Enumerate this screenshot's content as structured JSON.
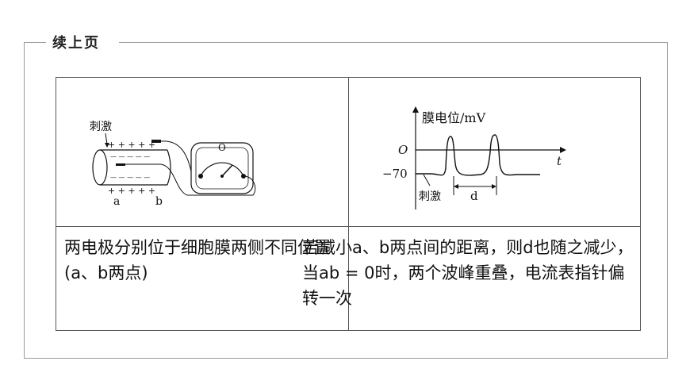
{
  "header": {
    "title": "续上页"
  },
  "left_cell": {
    "figure": {
      "stimulus_label": "刺激",
      "plus_row_top": "+ + + + +",
      "minus_row_top": "— — — — —",
      "minus_row_bottom": "— — — — —",
      "plus_row_bottom": "+ + + + +",
      "point_a": "a",
      "point_b": "b",
      "meter_zero": "O"
    },
    "caption": "两电极分别位于细胞膜两侧不同位置(a、b两点)"
  },
  "right_cell": {
    "figure": {
      "y_axis_label": "膜电位/mV",
      "origin_label": "O",
      "x_axis_label": "t",
      "tick_label": "−70",
      "stimulus_label": "刺激",
      "interval_label": "d"
    },
    "caption": "若减小a、b两点间的距离，则d也随之减少，当ab = 0时，两个波峰重叠，电流表指针偏转一次"
  }
}
